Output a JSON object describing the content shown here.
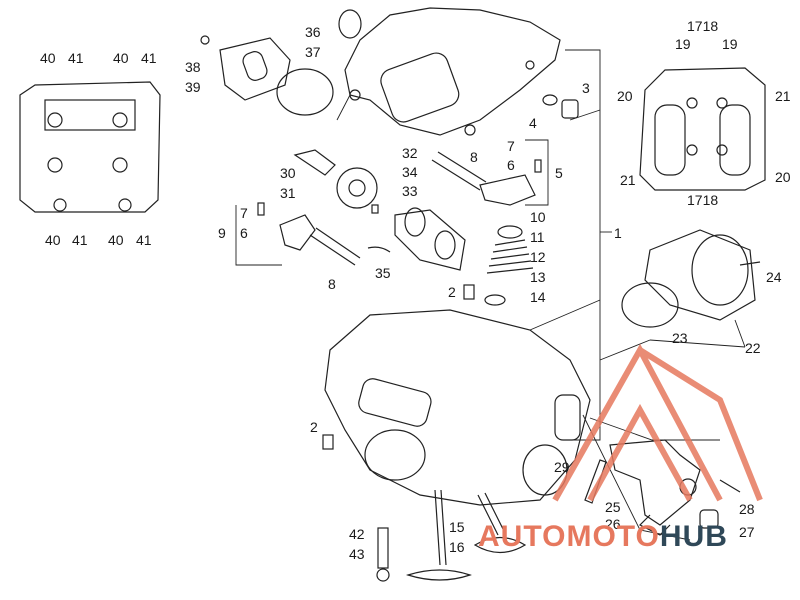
{
  "labels": {
    "l1": "1",
    "l2a": "2",
    "l2b": "2",
    "l3": "3",
    "l4": "4",
    "l5": "5",
    "l6a": "6",
    "l6b": "6",
    "l7a": "7",
    "l7b": "7",
    "l8a": "8",
    "l8b": "8",
    "l9": "9",
    "l10": "10",
    "l11": "11",
    "l12": "12",
    "l13": "13",
    "l14": "14",
    "l15": "15",
    "l16": "16",
    "l1718a": "1718",
    "l1718b": "1718",
    "l19a": "19",
    "l19b": "19",
    "l20a": "20",
    "l20b": "20",
    "l21a": "21",
    "l21b": "21",
    "l22": "22",
    "l23": "23",
    "l24": "24",
    "l25": "25",
    "l26": "26",
    "l27": "27",
    "l28": "28",
    "l29": "29",
    "l30": "30",
    "l31": "31",
    "l32": "32",
    "l33": "33",
    "l34": "34",
    "l35": "35",
    "l36": "36",
    "l37": "37",
    "l38": "38",
    "l39": "39",
    "l40a": "40",
    "l41a": "41",
    "l40b": "40",
    "l41b": "41",
    "l40c": "40",
    "l41c": "41",
    "l40d": "40",
    "l41d": "41",
    "l42": "42",
    "l43": "43"
  },
  "watermark": {
    "part1": "AUTOMOTO",
    "part2": "HUB",
    "color_accent": "#e6785e",
    "color_dark": "#2f4858"
  }
}
